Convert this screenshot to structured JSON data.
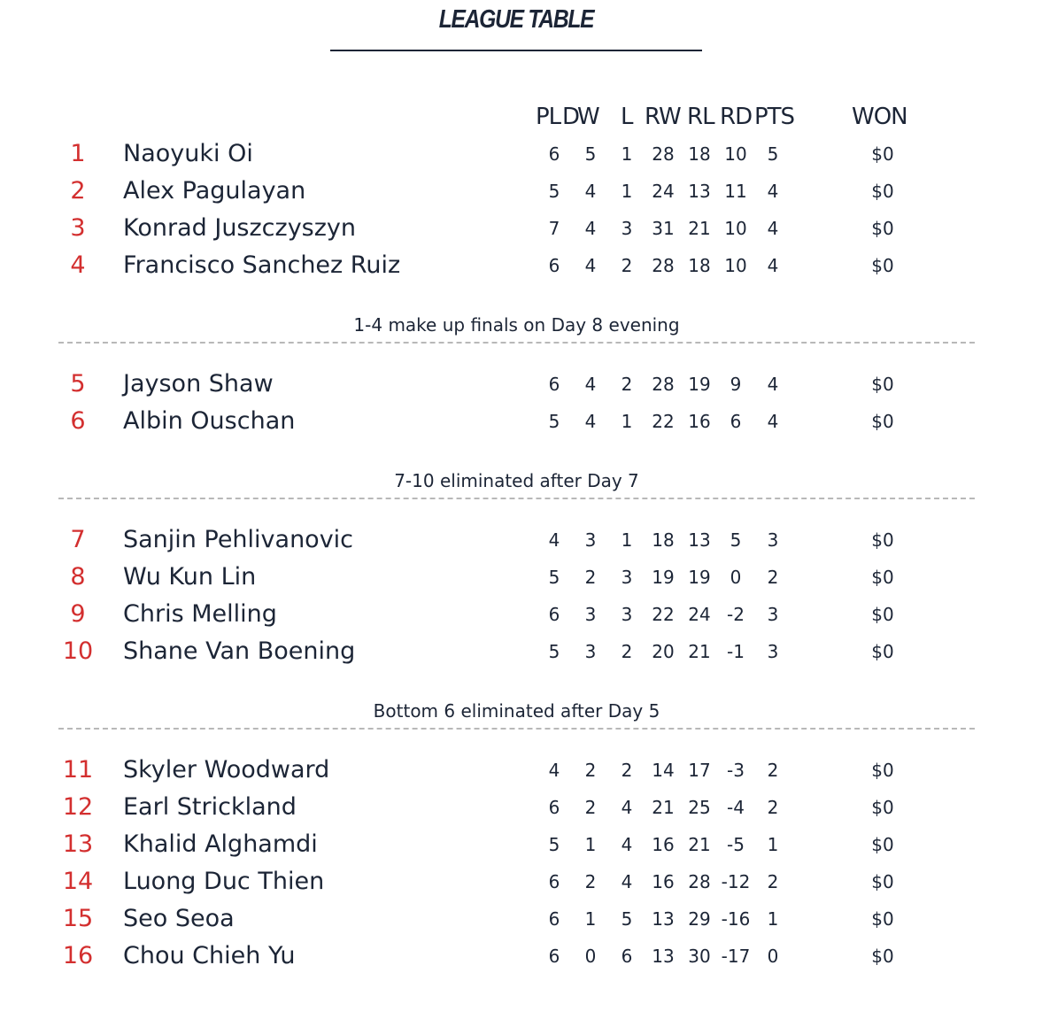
{
  "title": "LEAGUE TABLE",
  "headers": {
    "pl": "PL",
    "d": "D",
    "w": "W",
    "l": "L",
    "rw": "RW",
    "rl": "RL",
    "rd": "RD",
    "pts": "PTS",
    "won": "WON"
  },
  "sections": [
    {
      "rows": [
        {
          "pos": "1",
          "name": "Naoyuki Oi",
          "pl": "6",
          "w": "5",
          "l": "1",
          "rw": "28",
          "rl": "18",
          "rd": "10",
          "pts": "5",
          "won": "$0"
        },
        {
          "pos": "2",
          "name": "Alex Pagulayan",
          "pl": "5",
          "w": "4",
          "l": "1",
          "rw": "24",
          "rl": "13",
          "rd": "11",
          "pts": "4",
          "won": "$0"
        },
        {
          "pos": "3",
          "name": "Konrad Juszczyszyn",
          "pl": "7",
          "w": "4",
          "l": "3",
          "rw": "31",
          "rl": "21",
          "rd": "10",
          "pts": "4",
          "won": "$0"
        },
        {
          "pos": "4",
          "name": "Francisco Sanchez Ruiz",
          "pl": "6",
          "w": "4",
          "l": "2",
          "rw": "28",
          "rl": "18",
          "rd": "10",
          "pts": "4",
          "won": "$0"
        }
      ],
      "note": "1-4 make up finals on Day 8 evening"
    },
    {
      "rows": [
        {
          "pos": "5",
          "name": "Jayson Shaw",
          "pl": "6",
          "w": "4",
          "l": "2",
          "rw": "28",
          "rl": "19",
          "rd": "9",
          "pts": "4",
          "won": "$0"
        },
        {
          "pos": "6",
          "name": "Albin Ouschan",
          "pl": "5",
          "w": "4",
          "l": "1",
          "rw": "22",
          "rl": "16",
          "rd": "6",
          "pts": "4",
          "won": "$0"
        }
      ],
      "note": "7-10 eliminated after Day 7"
    },
    {
      "rows": [
        {
          "pos": "7",
          "name": "Sanjin Pehlivanovic",
          "pl": "4",
          "w": "3",
          "l": "1",
          "rw": "18",
          "rl": "13",
          "rd": "5",
          "pts": "3",
          "won": "$0"
        },
        {
          "pos": "8",
          "name": "Wu Kun Lin",
          "pl": "5",
          "w": "2",
          "l": "3",
          "rw": "19",
          "rl": "19",
          "rd": "0",
          "pts": "2",
          "won": "$0"
        },
        {
          "pos": "9",
          "name": "Chris Melling",
          "pl": "6",
          "w": "3",
          "l": "3",
          "rw": "22",
          "rl": "24",
          "rd": "-2",
          "pts": "3",
          "won": "$0"
        },
        {
          "pos": "10",
          "name": "Shane Van Boening",
          "pl": "5",
          "w": "3",
          "l": "2",
          "rw": "20",
          "rl": "21",
          "rd": "-1",
          "pts": "3",
          "won": "$0"
        }
      ],
      "note": "Bottom 6 eliminated after Day 5"
    },
    {
      "rows": [
        {
          "pos": "11",
          "name": "Skyler Woodward",
          "pl": "4",
          "w": "2",
          "l": "2",
          "rw": "14",
          "rl": "17",
          "rd": "-3",
          "pts": "2",
          "won": "$0"
        },
        {
          "pos": "12",
          "name": "Earl Strickland",
          "pl": "6",
          "w": "2",
          "l": "4",
          "rw": "21",
          "rl": "25",
          "rd": "-4",
          "pts": "2",
          "won": "$0"
        },
        {
          "pos": "13",
          "name": "Khalid Alghamdi",
          "pl": "5",
          "w": "1",
          "l": "4",
          "rw": "16",
          "rl": "21",
          "rd": "-5",
          "pts": "1",
          "won": "$0"
        },
        {
          "pos": "14",
          "name": "Luong Duc Thien",
          "pl": "6",
          "w": "2",
          "l": "4",
          "rw": "16",
          "rl": "28",
          "rd": "-12",
          "pts": "2",
          "won": "$0"
        },
        {
          "pos": "15",
          "name": "Seo Seoa",
          "pl": "6",
          "w": "1",
          "l": "5",
          "rw": "13",
          "rl": "29",
          "rd": "-16",
          "pts": "1",
          "won": "$0"
        },
        {
          "pos": "16",
          "name": "Chou Chieh Yu",
          "pl": "6",
          "w": "0",
          "l": "6",
          "rw": "13",
          "rl": "30",
          "rd": "-17",
          "pts": "0",
          "won": "$0"
        }
      ],
      "note": null
    }
  ]
}
